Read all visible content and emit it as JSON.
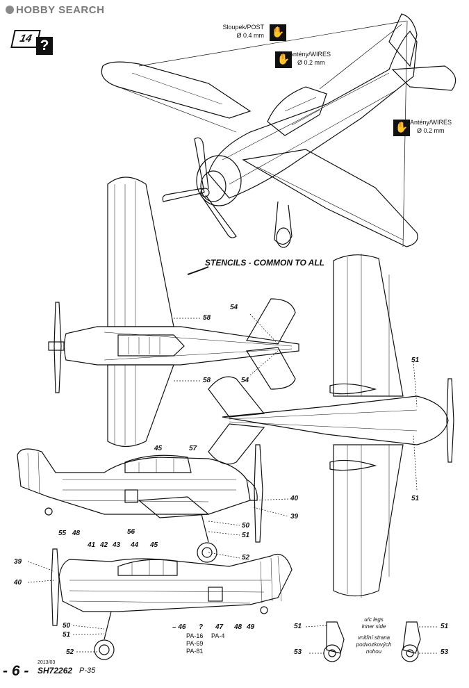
{
  "header": {
    "brand": "HOBBY SEARCH"
  },
  "page_marker": {
    "number": "14",
    "question": "?"
  },
  "callouts": [
    {
      "label": "Sloupek/POST",
      "dim": "Ø 0.4 mm"
    },
    {
      "label": "Antény/WIRES",
      "dim": "Ø 0.2 mm"
    },
    {
      "label": "Antény/WIRES",
      "dim": "Ø 0.2 mm"
    }
  ],
  "stencils_title": "STENCILS - COMMON TO ALL",
  "numbers": {
    "n58a": "58",
    "n58b": "58",
    "n54a": "54",
    "n54b": "54",
    "n51a": "51",
    "n51b": "51",
    "n45a": "45",
    "n57": "57",
    "n40a": "40",
    "n39a": "39",
    "n55": "55",
    "n48a": "48",
    "n56": "56",
    "n50a": "50",
    "n51c": "51",
    "n52a": "52",
    "n39b": "39",
    "n40b": "40",
    "n41": "41",
    "n42": "42",
    "n43": "43",
    "n44": "44",
    "n45b": "45",
    "n50b": "50",
    "n51d": "51",
    "n52b": "52",
    "n46": "46",
    "nq": "?",
    "n47": "47",
    "n48b": "48",
    "n49": "49",
    "n51e": "51",
    "n53a": "53",
    "n51f": "51",
    "n53b": "53"
  },
  "pa_list": [
    "PA-16",
    "PA-69",
    "PA-81"
  ],
  "pa_side": "PA-4",
  "uc_note": {
    "en1": "u/c legs",
    "en2": "inner side",
    "cz1": "vnitřní strana",
    "cz2": "podvozkových",
    "cz3": "nohou"
  },
  "footer": {
    "page": "- 6 -",
    "date": "2013/03",
    "code": "SH72262",
    "model": "P-35"
  }
}
